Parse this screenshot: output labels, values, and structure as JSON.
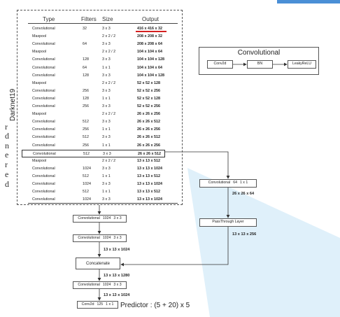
{
  "table": {
    "title": "Darknet19",
    "headers": {
      "type": "Type",
      "filters": "Filters",
      "size": "Size",
      "output": "Output"
    },
    "rows": [
      {
        "type": "Convolutional",
        "filters": "32",
        "size": "3 x 3",
        "output": "416 x 416 x 32"
      },
      {
        "type": "Maxpool",
        "filters": "",
        "size": "2 x 2 / 2",
        "output": "208 x 208 x 32"
      },
      {
        "type": "Convolutional",
        "filters": "64",
        "size": "3 x 3",
        "output": "208 x 208 x 64"
      },
      {
        "type": "Maxpool",
        "filters": "",
        "size": "2 x 2 / 2",
        "output": "104 x 104 x 64"
      },
      {
        "type": "Convolutional",
        "filters": "128",
        "size": "3 x 3",
        "output": "104 x 104 x 128"
      },
      {
        "type": "Convolutional",
        "filters": "64",
        "size": "1 x 1",
        "output": "104 x 104 x 64"
      },
      {
        "type": "Convolutional",
        "filters": "128",
        "size": "3 x 3",
        "output": "104 x 104 x 128"
      },
      {
        "type": "Maxpool",
        "filters": "",
        "size": "2 x 2 / 2",
        "output": "52 x 52 x 128"
      },
      {
        "type": "Convolutional",
        "filters": "256",
        "size": "3 x 3",
        "output": "52 x 52 x 256"
      },
      {
        "type": "Convolutional",
        "filters": "128",
        "size": "1 x 1",
        "output": "52 x 52 x 128"
      },
      {
        "type": "Convolutional",
        "filters": "256",
        "size": "3 x 3",
        "output": "52 x 52 x 256"
      },
      {
        "type": "Maxpool",
        "filters": "",
        "size": "2 x 2 / 2",
        "output": "26 x 26 x 256"
      },
      {
        "type": "Convolutional",
        "filters": "512",
        "size": "3 x 3",
        "output": "26 x 26 x 512"
      },
      {
        "type": "Convolutional",
        "filters": "256",
        "size": "1 x 1",
        "output": "26 x 26 x 256"
      },
      {
        "type": "Convolutional",
        "filters": "512",
        "size": "3 x 3",
        "output": "26 x 26 x 512"
      },
      {
        "type": "Convolutional",
        "filters": "256",
        "size": "1 x 1",
        "output": "26 x 26 x 256"
      },
      {
        "type": "Convolutional",
        "filters": "512",
        "size": "3 x 3",
        "output": "26 x 26 x 512"
      },
      {
        "type": "Maxpool",
        "filters": "",
        "size": "2 x 2 / 2",
        "output": "13 x 13 x 512"
      },
      {
        "type": "Convolutional",
        "filters": "1024",
        "size": "3 x 3",
        "output": "13 x 13 x 1024"
      },
      {
        "type": "Convolutional",
        "filters": "512",
        "size": "1 x 1",
        "output": "13 x 13 x 512"
      },
      {
        "type": "Convolutional",
        "filters": "1024",
        "size": "3 x 3",
        "output": "13 x 13 x 1024"
      },
      {
        "type": "Convolutional",
        "filters": "512",
        "size": "1 x 1",
        "output": "13 x 13 x 512"
      },
      {
        "type": "Convolutional",
        "filters": "1024",
        "size": "3 x 3",
        "output": "13 x 13 x 1024"
      }
    ]
  },
  "legend": {
    "title": "Convolutional",
    "steps": [
      "Conv2d",
      "BN",
      "LeakyReLU"
    ]
  },
  "head": {
    "conv1": {
      "name": "Convolutional",
      "filters": "1024",
      "size": "3 x 3"
    },
    "conv2": {
      "name": "Convolutional",
      "filters": "1024",
      "size": "3 x 3"
    },
    "after_conv2": "13 x 13 x 1024",
    "concat": "Concatenate",
    "after_concat": "13 x 13 x 1280",
    "conv3": {
      "name": "Convolutional",
      "filters": "1024",
      "size": "3 x 3"
    },
    "after_conv3": "13 x 13 x 1024",
    "final_conv": {
      "name": "Conv2d",
      "filters": "125",
      "size": "1 x 1"
    },
    "predictor": "Predictor : (5 + 20) x 5"
  },
  "branch": {
    "conv": {
      "name": "Convolutional",
      "filters": "64",
      "size": "1 x 1"
    },
    "after_conv": "26 x 26 x 64",
    "passthrough": "PassThrough Layer",
    "after_passthrough": "13 x 13 x 256"
  },
  "edge_text": [
    "r",
    "d",
    "n",
    "e",
    "r",
    "e",
    "d"
  ],
  "colors": {
    "accent_bar": "#4a8fd6",
    "underline": "#d42020",
    "wedge": "#d9ecf8"
  }
}
